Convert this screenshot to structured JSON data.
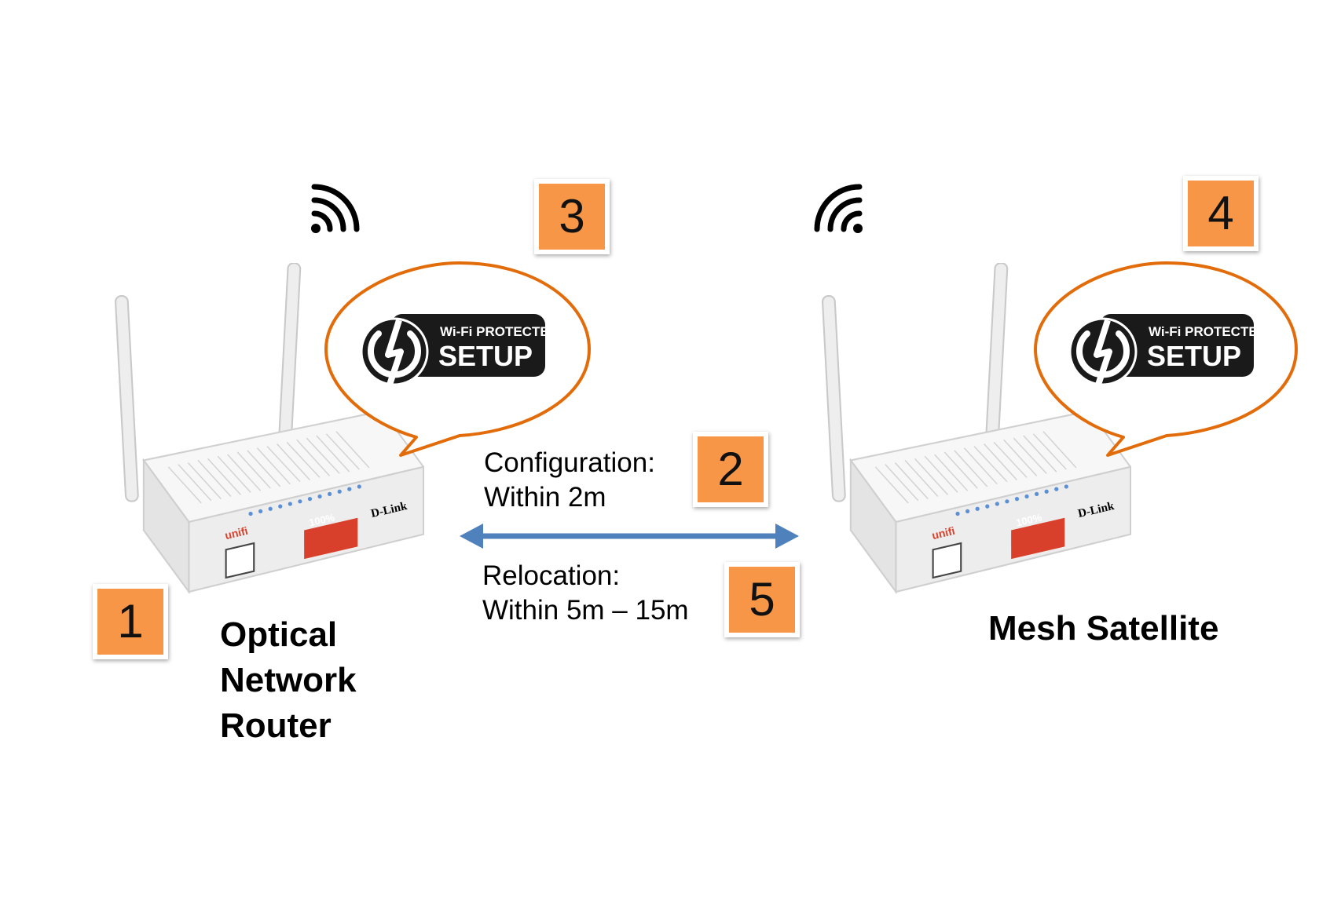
{
  "steps": [
    "1",
    "2",
    "3",
    "4",
    "5"
  ],
  "devices": {
    "router": {
      "label_lines": [
        "Optical",
        "Network",
        "Router"
      ],
      "brand": "D-Link",
      "isp_logo": "unifi",
      "sticker": "100%"
    },
    "satellite": {
      "label": "Mesh Satellite",
      "brand": "D-Link",
      "isp_logo": "unifi",
      "sticker": "100%"
    }
  },
  "wps": {
    "line1": "Wi-Fi PROTECTED",
    "line2": "SETUP",
    "icon": "wps-power-arrows-icon"
  },
  "distances": {
    "configuration": {
      "line1": "Configuration:",
      "line2": "Within 2m"
    },
    "relocation": {
      "line1": "Relocation:",
      "line2": "Within 5m – 15m"
    }
  },
  "colors": {
    "badge": "#f79646",
    "bubble_outline": "#e36c0a",
    "arrow": "#4f81bd",
    "router_body": "#f2f2f2",
    "sticker": "#d9402b",
    "wps_label": "#1a1a1a"
  },
  "icons": [
    "wifi-signal-icon",
    "wps-power-arrows-icon",
    "double-arrow-icon"
  ]
}
